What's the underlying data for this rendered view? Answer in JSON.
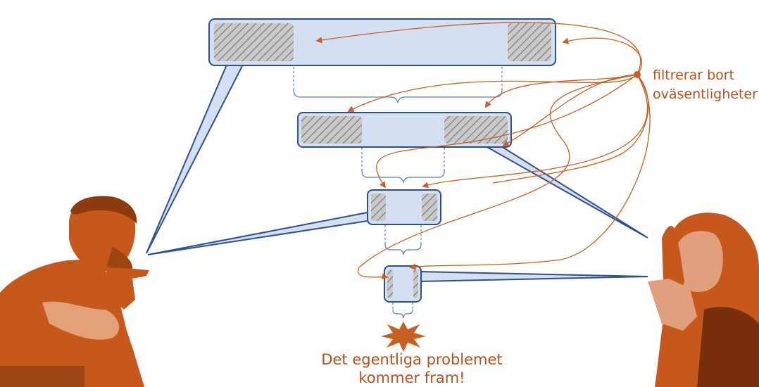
{
  "labels": {
    "filter_line1": "filtrerar bort",
    "filter_line2": "oväsentligheter",
    "result_line1": "Det egentliga problemet",
    "result_line2": "kommer fram!"
  },
  "colors": {
    "speech_fill": "#d5dff3",
    "speech_stroke": "#2f4f8c",
    "hatch_fill": "#c9c9c9",
    "hatch_line": "#7a7a7a",
    "arrow": "#c85f22",
    "people": "#c7581b",
    "bracket": "#5b7cbf"
  },
  "icons": {
    "filter_hub": "orange-dot-icon",
    "result_burst": "explosion-star-icon"
  }
}
